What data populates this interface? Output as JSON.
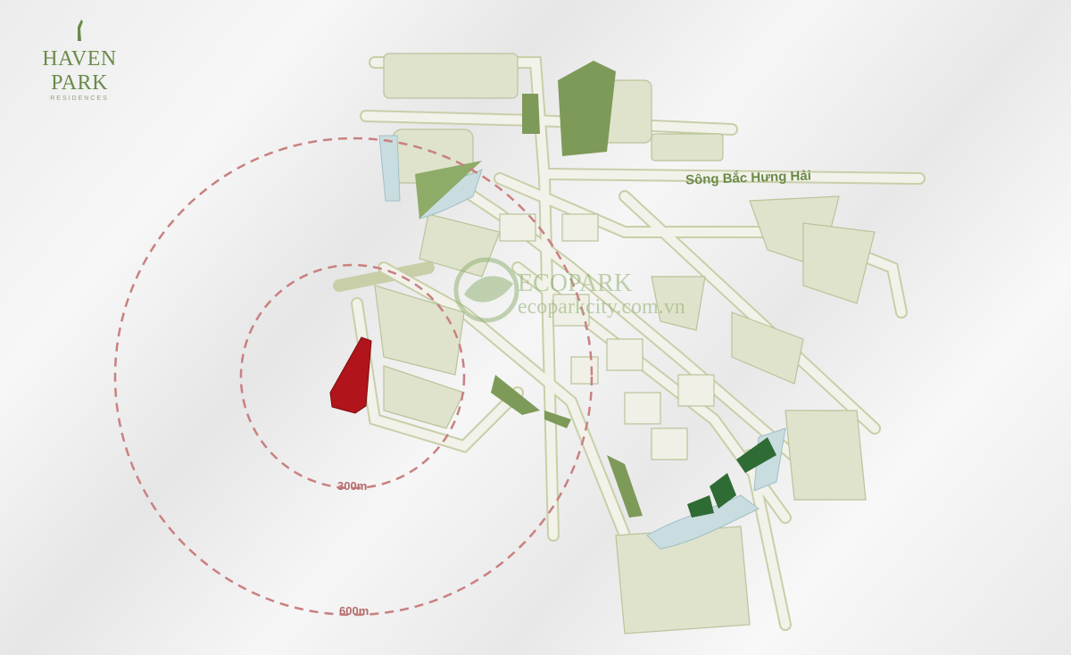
{
  "brand": {
    "name": "HAVEN PARK",
    "subtitle": "RESIDENCES"
  },
  "labels": {
    "river": "Sông Bắc Hưng Hải",
    "radius_300": "300m",
    "radius_600": "600m"
  },
  "watermark": {
    "title": "ECOPARK",
    "url": "ecoparkcity.com.vn"
  },
  "colors": {
    "road": "#d9ddc2",
    "road_outline": "#b9c39a",
    "park": "#7d9a58",
    "dark_park": "#2f6b35",
    "water": "#c9dde0",
    "site": "#b1141a",
    "radius": "#c98080"
  }
}
